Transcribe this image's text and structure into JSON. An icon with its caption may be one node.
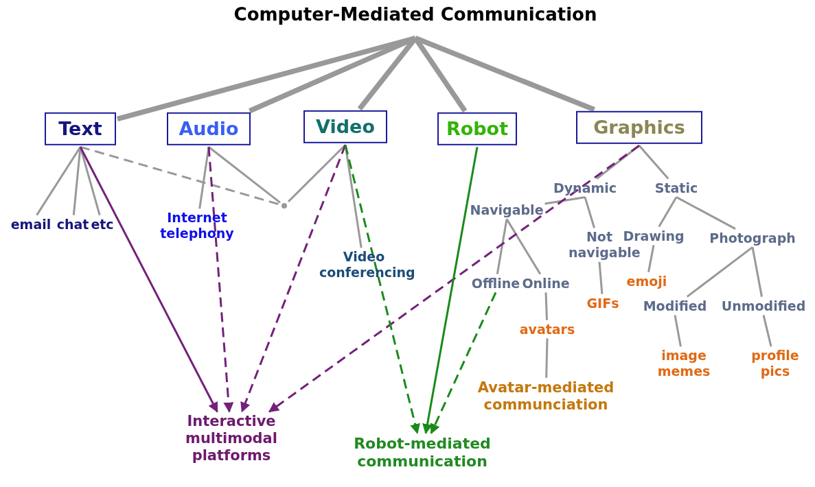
{
  "diagram": {
    "nodes": [
      {
        "text": [
          "Computer-Mediated Communication"
        ]
      },
      {
        "text": [
          "Text"
        ]
      },
      {
        "text": [
          "Audio"
        ]
      },
      {
        "text": [
          "Video"
        ]
      },
      {
        "text": [
          "Robot"
        ]
      },
      {
        "text": [
          "Graphics"
        ]
      },
      {
        "text": [
          "email"
        ]
      },
      {
        "text": [
          "chat"
        ]
      },
      {
        "text": [
          "etc"
        ]
      },
      {
        "text": [
          "Internet telephony"
        ]
      },
      {
        "text": [],
        "shape": "dot"
      },
      {
        "text": [
          "Video conferencing"
        ]
      },
      {
        "text": [
          "Dynamic"
        ]
      },
      {
        "text": [
          "Static"
        ]
      },
      {
        "text": [
          "Navigable"
        ]
      },
      {
        "text": [
          "Not navigable"
        ]
      },
      {
        "text": [
          "Drawing"
        ]
      },
      {
        "text": [
          "Photograph"
        ]
      },
      {
        "text": [
          "Offline"
        ]
      },
      {
        "text": [
          "Online"
        ]
      },
      {
        "text": [
          "GIFs"
        ]
      },
      {
        "text": [
          "emoji"
        ]
      },
      {
        "text": [
          "Modified"
        ]
      },
      {
        "text": [
          "Unmodified"
        ]
      },
      {
        "text": [
          "avatars"
        ]
      },
      {
        "text": [
          "image memes"
        ]
      },
      {
        "text": [
          "profile pics"
        ]
      },
      {
        "text": [
          "Avatar-mediated communciation"
        ]
      },
      {
        "text": [
          "Interactive multimodal platforms"
        ]
      },
      {
        "text": [
          "Robot-mediated communication"
        ]
      }
    ],
    "edges": [
      {
        "from": 0,
        "to": 1,
        "arrow": "none",
        "style": "thick"
      },
      {
        "from": 0,
        "to": 2,
        "arrow": "none",
        "style": "thick"
      },
      {
        "from": 0,
        "to": 3,
        "arrow": "none",
        "style": "thick"
      },
      {
        "from": 0,
        "to": 4,
        "arrow": "none",
        "style": "thick"
      },
      {
        "from": 0,
        "to": 5,
        "arrow": "none",
        "style": "thick"
      },
      {
        "from": 1,
        "to": 6,
        "arrow": "none"
      },
      {
        "from": 1,
        "to": 7,
        "arrow": "none"
      },
      {
        "from": 1,
        "to": 8,
        "arrow": "none"
      },
      {
        "from": 1,
        "to": 10,
        "arrow": "none",
        "style": "dashed"
      },
      {
        "from": 2,
        "to": 9,
        "arrow": "none"
      },
      {
        "from": 2,
        "to": 10,
        "arrow": "none"
      },
      {
        "from": 3,
        "to": 10,
        "arrow": "none"
      },
      {
        "from": 3,
        "to": 11,
        "arrow": "none"
      },
      {
        "from": 5,
        "to": 12,
        "arrow": "none"
      },
      {
        "from": 5,
        "to": 13,
        "arrow": "none"
      },
      {
        "from": 12,
        "to": 14,
        "arrow": "none"
      },
      {
        "from": 12,
        "to": 15,
        "arrow": "none"
      },
      {
        "from": 13,
        "to": 16,
        "arrow": "none"
      },
      {
        "from": 13,
        "to": 17,
        "arrow": "none"
      },
      {
        "from": 14,
        "to": 18,
        "arrow": "none"
      },
      {
        "from": 14,
        "to": 19,
        "arrow": "none"
      },
      {
        "from": 15,
        "to": 20,
        "arrow": "none"
      },
      {
        "from": 16,
        "to": 21,
        "arrow": "none"
      },
      {
        "from": 17,
        "to": 22,
        "arrow": "none"
      },
      {
        "from": 17,
        "to": 23,
        "arrow": "none"
      },
      {
        "from": 19,
        "to": 24,
        "arrow": "none"
      },
      {
        "from": 24,
        "to": 27,
        "arrow": "none"
      },
      {
        "from": 22,
        "to": 25,
        "arrow": "none"
      },
      {
        "from": 23,
        "to": 26,
        "arrow": "none"
      },
      {
        "from": 1,
        "to": 28,
        "arrow": "to",
        "color": "#74217a"
      },
      {
        "from": 2,
        "to": 28,
        "arrow": "to",
        "style": "dashed",
        "color": "#74217a"
      },
      {
        "from": 3,
        "to": 28,
        "arrow": "to",
        "style": "dashed",
        "color": "#74217a"
      },
      {
        "from": 5,
        "to": 28,
        "arrow": "to",
        "style": "dashed",
        "color": "#74217a"
      },
      {
        "from": 3,
        "to": 29,
        "arrow": "to",
        "style": "dashed",
        "color": "#1a8a1a"
      },
      {
        "from": 4,
        "to": 29,
        "arrow": "to",
        "color": "#1a8a1a"
      },
      {
        "from": 18,
        "to": 29,
        "arrow": "to",
        "style": "dashed",
        "color": "#1a8a1a"
      }
    ]
  }
}
